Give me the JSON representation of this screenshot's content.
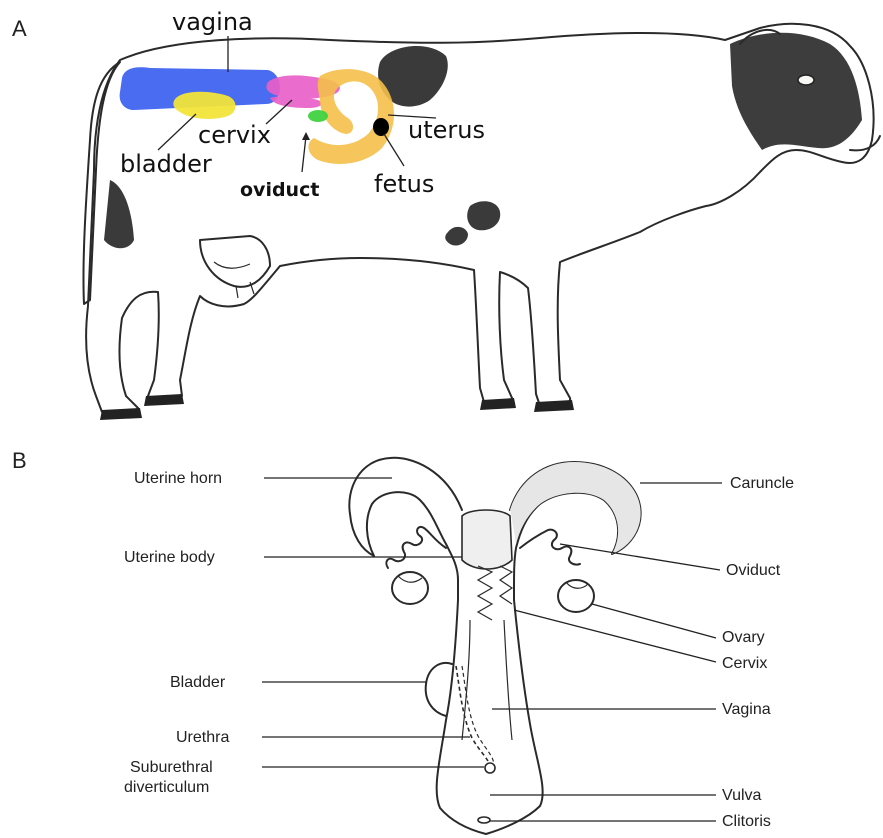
{
  "panel_a": {
    "letter": "A",
    "labels": {
      "vagina": "vagina",
      "cervix": "cervix",
      "bladder": "bladder",
      "oviduct": "oviduct",
      "uterus": "uterus",
      "fetus": "fetus"
    },
    "colors": {
      "vagina": "#3a5ff0",
      "bladder": "#f2e43a",
      "cervix": "#e85fc8",
      "oviduct": "#3fd23f",
      "uterus": "#f5c04a",
      "fetus": "#000000"
    }
  },
  "panel_b": {
    "letter": "B",
    "labels": {
      "uterine_horn": "Uterine horn",
      "uterine_body": "Uterine body",
      "bladder": "Bladder",
      "urethra": "Urethra",
      "suburethral_1": "Suburethral",
      "suburethral_2": "diverticulum",
      "caruncle": "Caruncle",
      "oviduct": "Oviduct",
      "ovary": "Ovary",
      "cervix": "Cervix",
      "vagina": "Vagina",
      "vulva": "Vulva",
      "clitoris": "Clitoris"
    }
  }
}
